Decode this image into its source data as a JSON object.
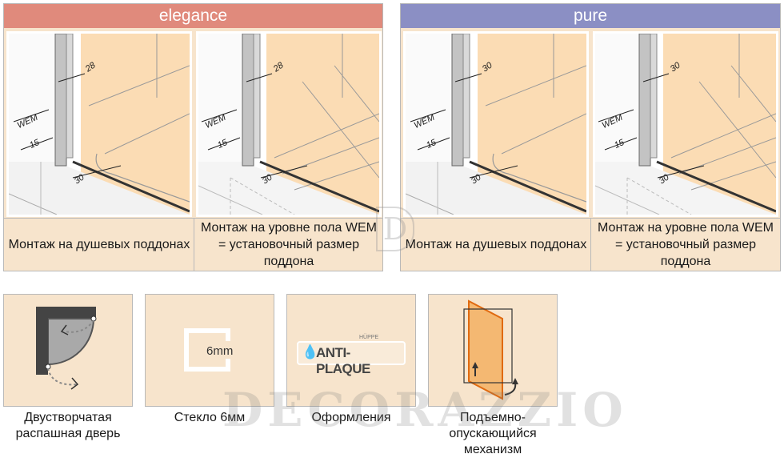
{
  "groups": [
    {
      "name": "elegance",
      "color": "#e08a7c",
      "panels": [
        {
          "dim_top": "28",
          "dim_wem": "WEM",
          "dim_15": "15",
          "dim_30": "30",
          "caption": "Монтаж на душевых поддонах"
        },
        {
          "dim_top": "28",
          "dim_wem": "WEM",
          "dim_15": "15",
          "dim_30": "30",
          "caption": "Монтаж на уровне пола WEM = установочный размер поддона"
        }
      ]
    },
    {
      "name": "pure",
      "color": "#8b8fc4",
      "panels": [
        {
          "dim_top": "30",
          "dim_wem": "WEM",
          "dim_15": "15",
          "dim_30": "30",
          "caption": "Монтаж на душевых поддонах"
        },
        {
          "dim_top": "30",
          "dim_wem": "WEM",
          "dim_15": "15",
          "dim_30": "30",
          "caption": "Монтаж на уровне пола WEM = установочный размер поддона"
        }
      ]
    }
  ],
  "features": [
    {
      "label": "Двустворчатая распашная дверь",
      "icon": "double-door-icon"
    },
    {
      "label": "Стекло 6мм",
      "icon": "glass-6mm-icon",
      "badge": "6mm"
    },
    {
      "label": "Оформления",
      "icon": "anti-plaque-icon",
      "badge": "ANTI-PLAQUE",
      "brand": "HÜPPE"
    },
    {
      "label": "Подъемно-опускающийся механизм",
      "icon": "lift-mechanism-icon"
    }
  ],
  "watermark": "DECORAZZIO",
  "colors": {
    "panel_bg": "#f7e4cc",
    "glass": "#fbdcb4",
    "frame": "#bbbbbb"
  }
}
